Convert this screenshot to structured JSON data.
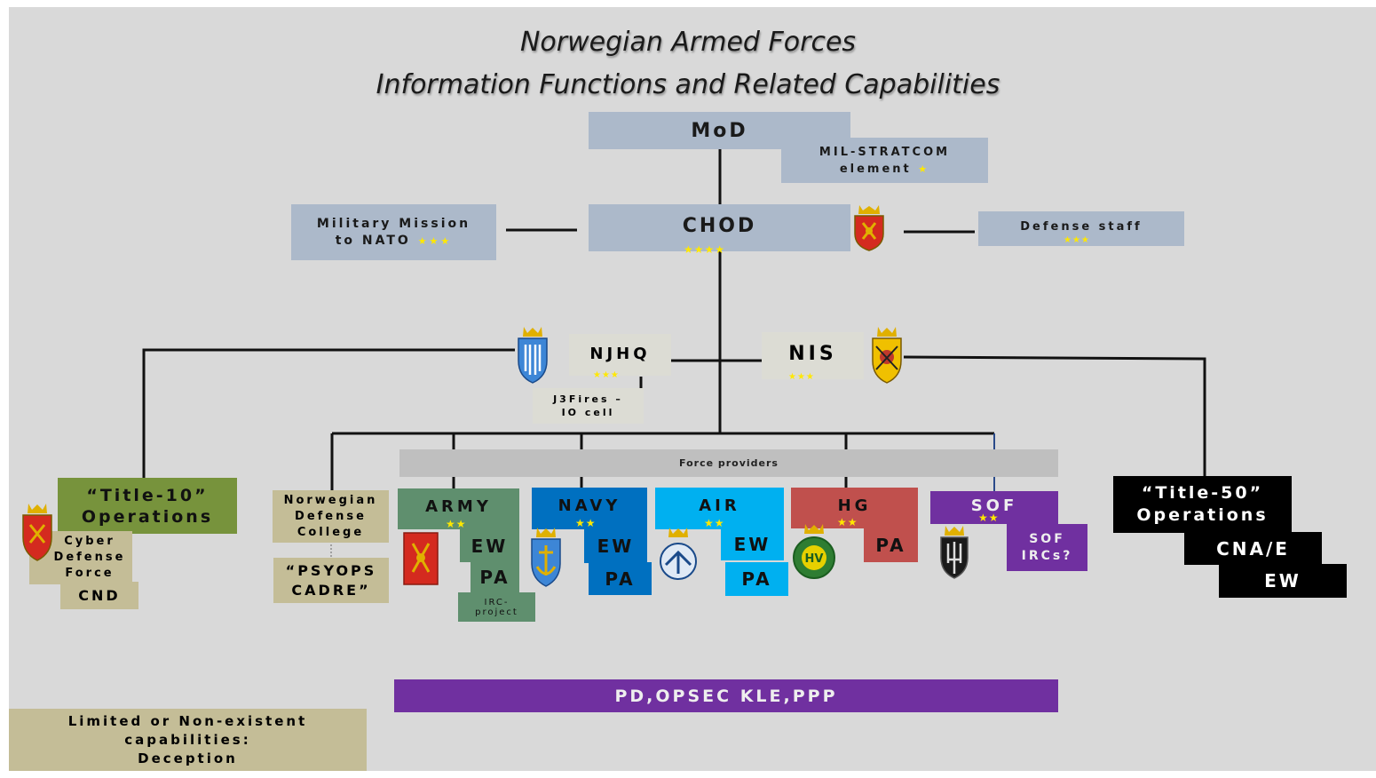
{
  "title": {
    "line1": "Norwegian Armed Forces",
    "line2": "Information Functions and Related Capabilities"
  },
  "top": {
    "mod": "MoD",
    "milstratcom": {
      "line1": "MIL-STRATCOM",
      "line2": "element",
      "stars": "★"
    },
    "chod": {
      "label": "CHOD",
      "stars": "★★★★"
    },
    "mission": {
      "line1": "Military Mission",
      "line2": "to NATO",
      "stars": "★★★"
    },
    "defense_staff": {
      "label": "Defense staff",
      "stars": "★★★"
    }
  },
  "middle": {
    "njhq": {
      "label": "NJHQ",
      "stars": "★★★"
    },
    "nis": {
      "label": "NIS",
      "stars": "★★★"
    },
    "j3": {
      "line1": "J3Fires –",
      "line2": "IO cell"
    },
    "force_providers": "Force providers"
  },
  "left": {
    "title10": {
      "line1": "“Title-10”",
      "line2": "Operations"
    },
    "cyber": {
      "line1": "Cyber",
      "line2": "Defense",
      "line3": "Force"
    },
    "cnd": "CND",
    "college": {
      "line1": "Norwegian",
      "line2": "Defense",
      "line3": "College"
    },
    "psyops": {
      "line1": "“PSYOPS",
      "line2": "CADRE”"
    }
  },
  "providers": {
    "army": {
      "label": "ARMY",
      "stars": "★★",
      "ew": "EW",
      "pa": "PA",
      "irc": {
        "line1": "IRC-",
        "line2": "project"
      }
    },
    "navy": {
      "label": "NAVY",
      "stars": "★★",
      "ew": "EW",
      "pa": "PA"
    },
    "air": {
      "label": "AIR",
      "stars": "★★",
      "ew": "EW",
      "pa": "PA"
    },
    "hg": {
      "label": "HG",
      "stars": "★★",
      "pa": "PA",
      "hv": "HV"
    },
    "sof": {
      "label": "SOF",
      "stars": "★★",
      "ircs": {
        "line1": "SOF",
        "line2": "IRCs?"
      }
    }
  },
  "right": {
    "title50": {
      "line1": "“Title-50”",
      "line2": "Operations"
    },
    "cna": "CNA/E",
    "ew": "EW"
  },
  "bottom": {
    "pd": "PD,OPSEC KLE,PPP",
    "limited": {
      "line1": "Limited or Non-existent",
      "line2": "capabilities:",
      "line3": "Deception"
    }
  },
  "colors": {
    "background": "#d9d9d9",
    "slate": "#acb9ca",
    "tan": "#c4bd97",
    "olive": "#77933c",
    "army": "#5f8f6e",
    "navy": "#0070c0",
    "air": "#00b0f0",
    "hg": "#c0504d",
    "sof": "#7030a0",
    "black": "#000000",
    "star": "#ffe800"
  }
}
